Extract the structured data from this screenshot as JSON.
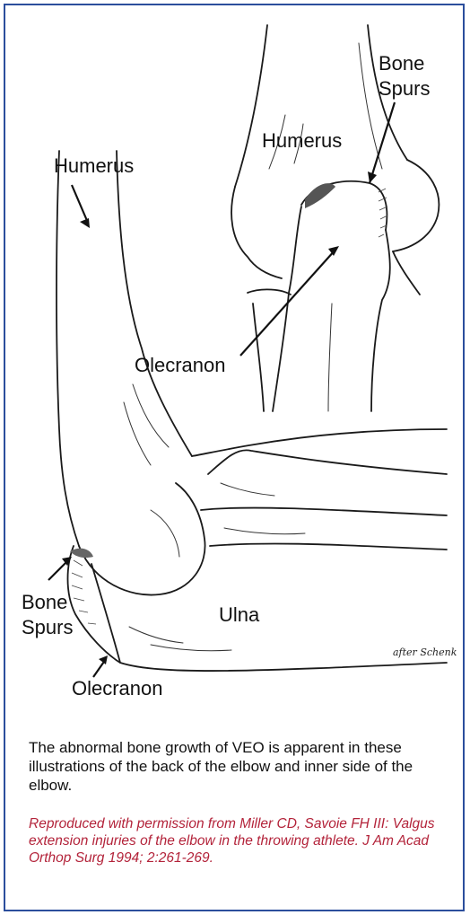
{
  "figure": {
    "labels": {
      "humerus_right": "Humerus",
      "bone_spurs_right_line1": "Bone",
      "bone_spurs_right_line2": "Spurs",
      "olecranon_mid": "Olecranon",
      "humerus_left": "Humerus",
      "bone_spurs_left_line1": "Bone",
      "bone_spurs_left_line2": "Spurs",
      "ulna": "Ulna",
      "olecranon_bottom": "Olecranon",
      "artist_signature": "after Schenk"
    },
    "caption": "The abnormal bone growth of VEO is apparent in these illustrations of the back of the elbow and inner side of the elbow.",
    "citation": "Reproduced with permission from Miller CD, Savoie FH III: Valgus extension injuries of the elbow in the throwing athlete. J Am Acad Orthop Surg 1994; 2:261-269."
  },
  "colors": {
    "border": "#2b4e9c",
    "citation_text": "#b3233a",
    "caption_text": "#111111"
  }
}
